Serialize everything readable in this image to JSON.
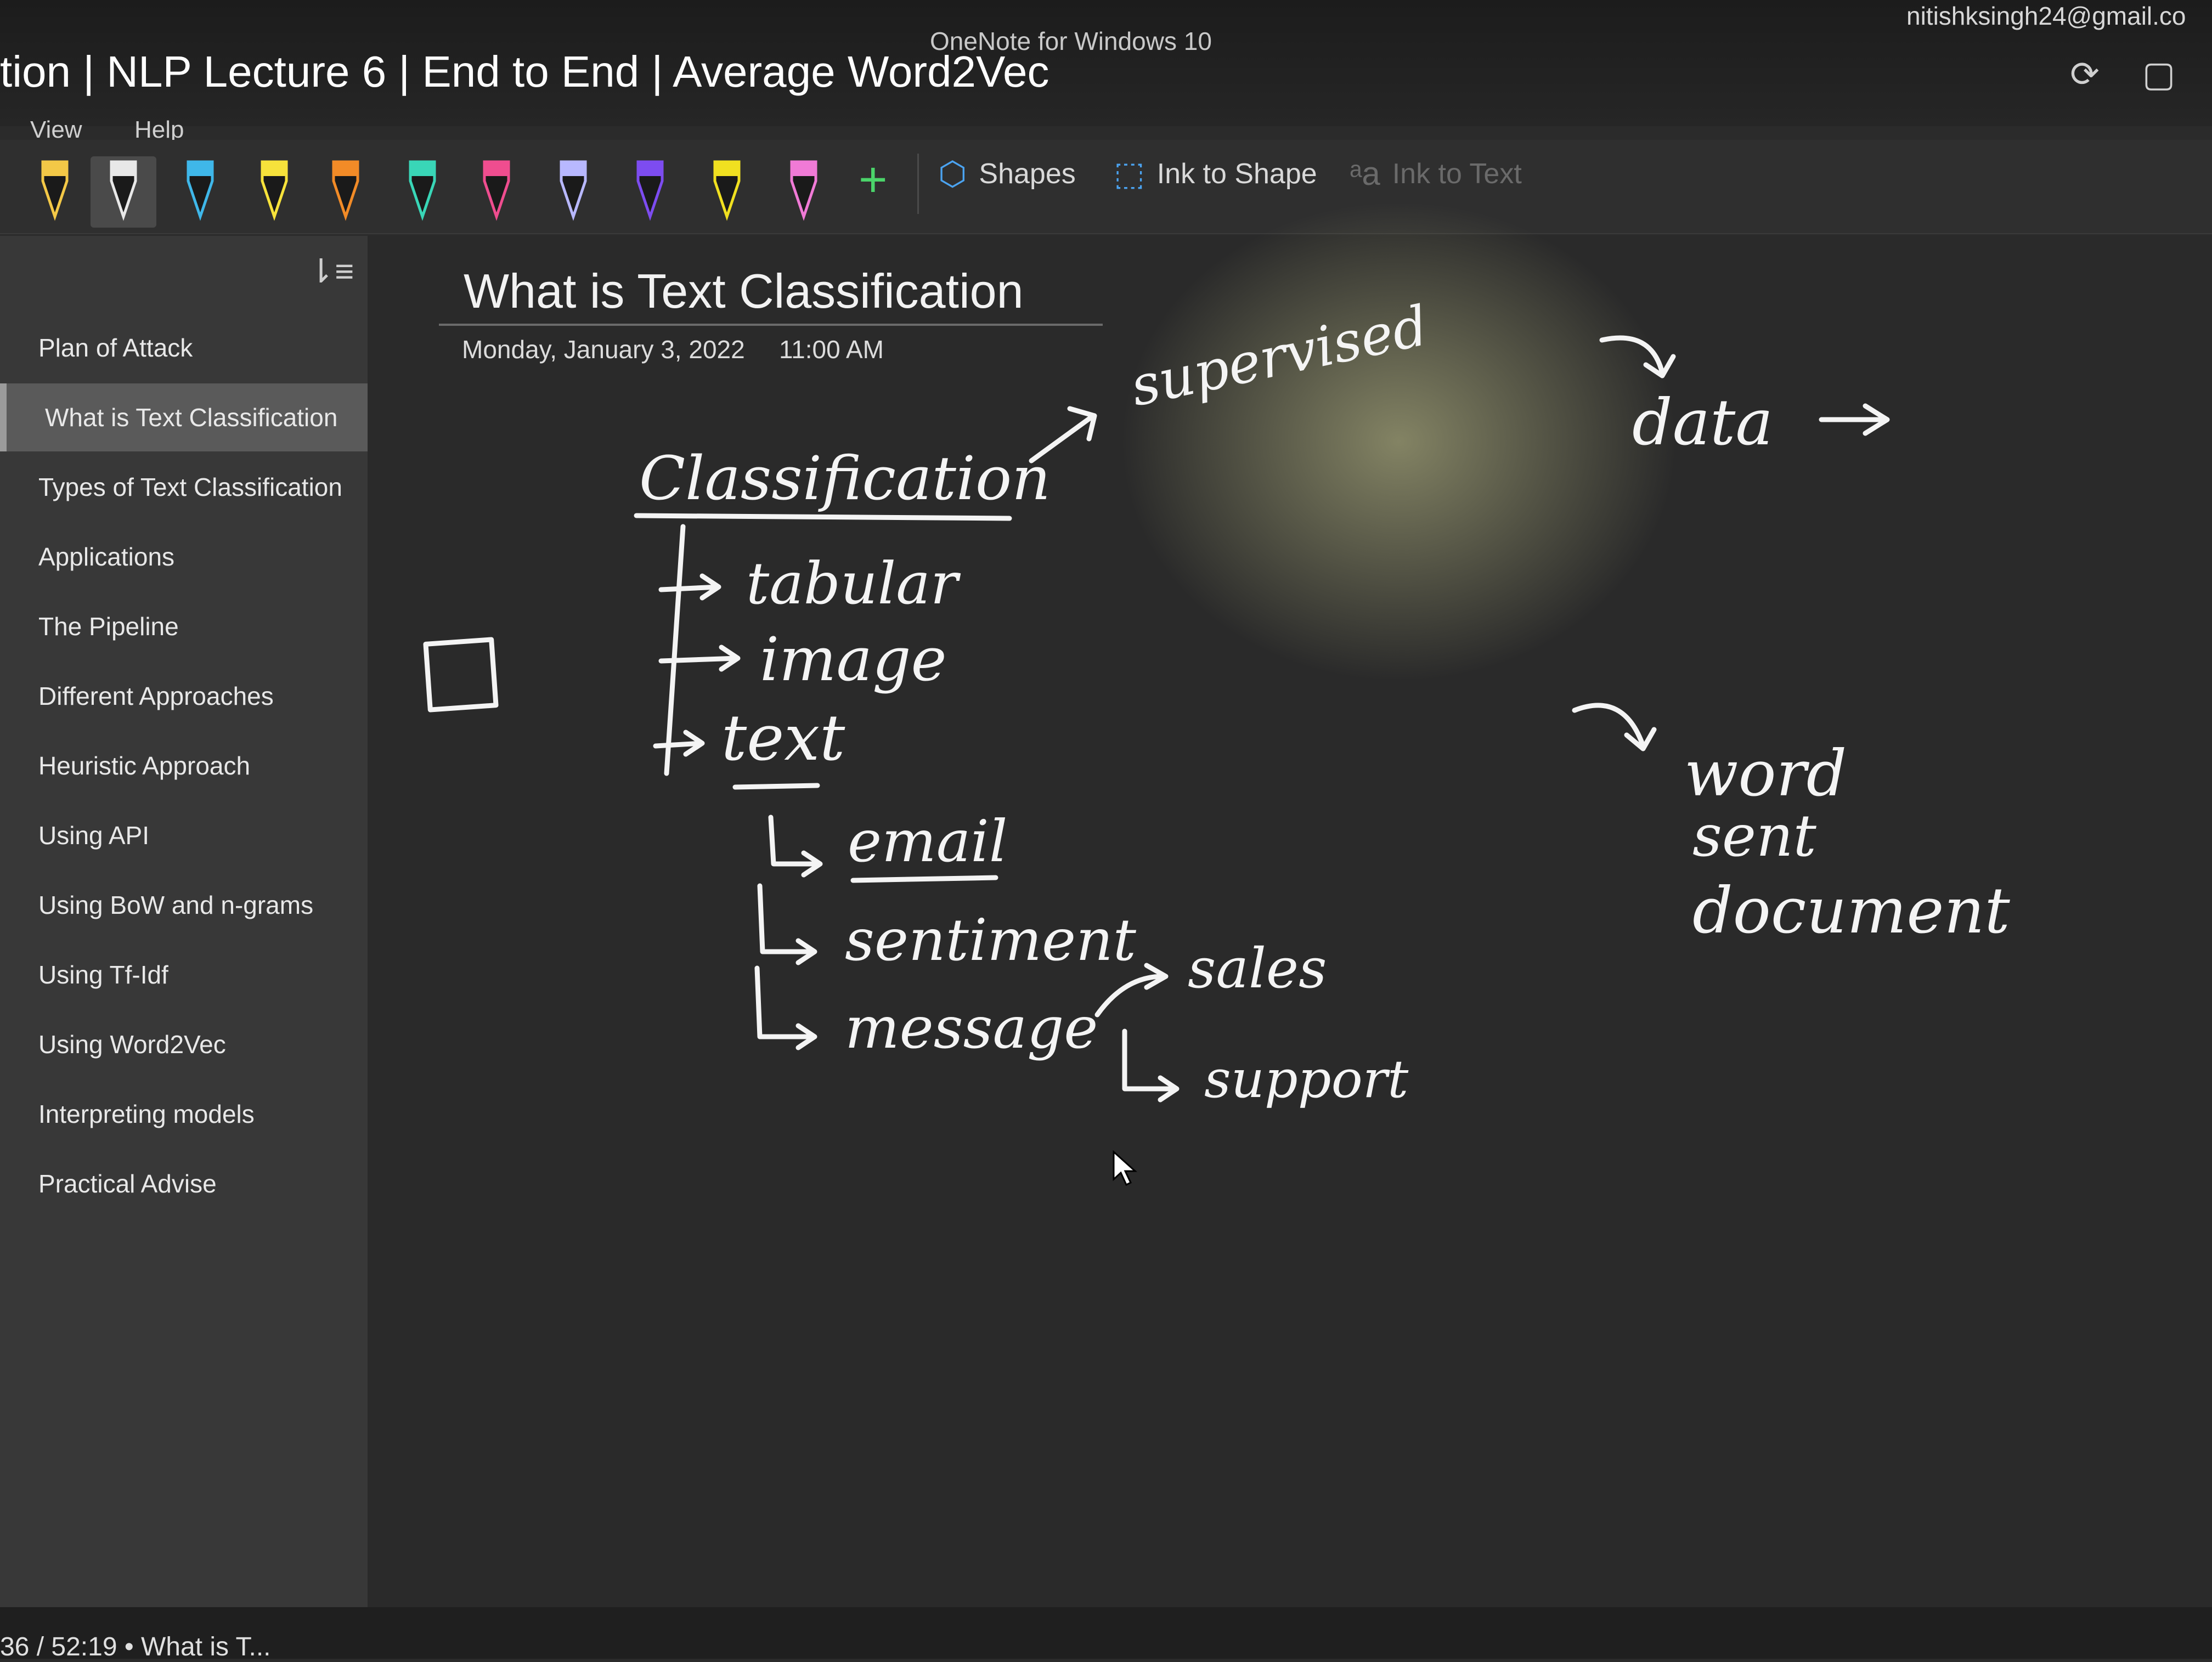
{
  "titlebar": {
    "document_title": "tion | NLP Lecture 6 | End to End | Average Word2Vec",
    "app_name": "OneNote for Windows 10",
    "account": "nitishksingh24@gmail.co",
    "sync_icon": "sync-icon",
    "notebook_icon": "notebook-icon"
  },
  "menu": {
    "items": [
      "View",
      "Help"
    ]
  },
  "ribbon": {
    "pen_colors": [
      "#f3c847",
      "#e8e8e8",
      "#3fb7e9",
      "#f6e23b",
      "#f28b27",
      "#39d6b7",
      "#ef4d8f",
      "#b8b8ff",
      "#7d4cf0",
      "#f0e020",
      "#f07ad6"
    ],
    "add_pen_label": "+",
    "shapes_label": "Shapes",
    "ink_to_shape_label": "Ink to Shape",
    "ink_to_text_label": "Ink to Text"
  },
  "sidebar": {
    "sort_icon": "sort-icon",
    "pages": [
      {
        "label": "Plan of Attack",
        "active": false
      },
      {
        "label": "What is Text Classification",
        "active": true
      },
      {
        "label": "Types of Text Classification",
        "active": false
      },
      {
        "label": "Applications",
        "active": false
      },
      {
        "label": "The Pipeline",
        "active": false
      },
      {
        "label": "Different Approaches",
        "active": false
      },
      {
        "label": "Heuristic Approach",
        "active": false
      },
      {
        "label": "Using API",
        "active": false
      },
      {
        "label": "Using BoW and n-grams",
        "active": false
      },
      {
        "label": "Using Tf-Idf",
        "active": false
      },
      {
        "label": "Using Word2Vec",
        "active": false
      },
      {
        "label": "Interpreting models",
        "active": false
      },
      {
        "label": "Practical Advise",
        "active": false
      }
    ]
  },
  "page": {
    "title": "What is Text Classification",
    "date": "Monday, January 3, 2022",
    "time": "11:00 AM"
  },
  "ink": {
    "classification": "Classification",
    "supervised": "supervised",
    "data": "data",
    "tabular": "tabular",
    "image": "image",
    "text": "text",
    "email": "email",
    "sentiment": "sentiment",
    "message": "message",
    "sales": "sales",
    "support": "support",
    "word": "word",
    "sent": "sent",
    "document": "document"
  },
  "status": {
    "text": "36 / 52:19 • What is T..."
  }
}
